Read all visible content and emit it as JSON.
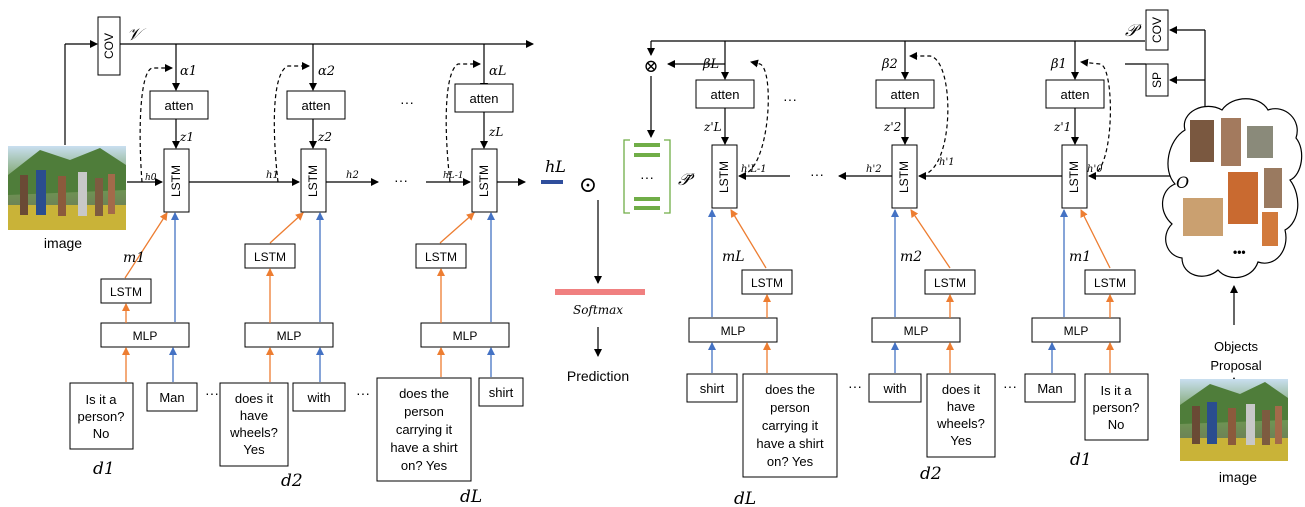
{
  "left": {
    "cov": "COV",
    "feature_symbol": "𝒱",
    "alphas": [
      "α1",
      "α2",
      "αL"
    ],
    "z": [
      "z1",
      "z2",
      "zL"
    ],
    "h": [
      "h0",
      "h1",
      "h2",
      "hL-1"
    ],
    "hL": "hL",
    "m": [
      "m1",
      "m2",
      "mL"
    ],
    "d": [
      "d1",
      "d2",
      "dL"
    ],
    "questions": [
      [
        "Is it a",
        "person?",
        "No"
      ],
      [
        "does it",
        "have",
        "wheels?",
        "Yes"
      ],
      [
        "does the",
        "person",
        "carrying it",
        "have a shirt",
        "on? Yes"
      ]
    ],
    "answers": [
      "Man",
      "with",
      "shirt"
    ],
    "image_label": "image"
  },
  "middle": {
    "odot": "⊙",
    "softmax": "Softmax",
    "prediction": "Prediction",
    "p_tilde": "𝒫̃",
    "otimes": "⊗"
  },
  "right": {
    "feature_symbol": "𝒫",
    "cov": "COV",
    "sp": "SP",
    "betas": [
      "βL",
      "β2",
      "β1"
    ],
    "z": [
      "z'L",
      "z'2",
      "z'1"
    ],
    "h": [
      "h'L-1",
      "h'2",
      "h'1",
      "h'0"
    ],
    "m": [
      "mL",
      "m2",
      "m1"
    ],
    "d": [
      "dL",
      "d2",
      "d1"
    ],
    "questions": [
      [
        "does the",
        "person",
        "carrying it",
        "have a shirt",
        "on? Yes"
      ],
      [
        "does it",
        "have",
        "wheels?",
        "Yes"
      ],
      [
        "Is it a",
        "person?",
        "No"
      ]
    ],
    "answers": [
      "shirt",
      "with",
      "Man"
    ],
    "object_set": "O",
    "objects_proposal": [
      "Objects",
      "Proposal"
    ],
    "image_label": "image"
  },
  "common": {
    "atten": "atten",
    "lstm": "LSTM",
    "mlp": "MLP",
    "ellipsis": "···",
    "cloud_dots": "•••"
  },
  "colors": {
    "orange": "#ED7D31",
    "blue": "#4472C4",
    "navy": "#2F4E9C",
    "softmax_bar": "#F08080",
    "green": "#70AD47"
  }
}
